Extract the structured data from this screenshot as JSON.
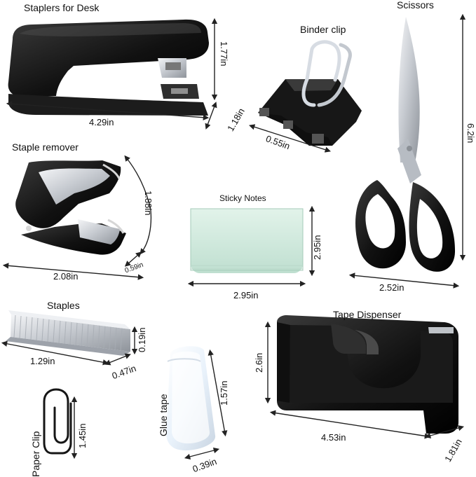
{
  "labels": {
    "staplers": "Staplers for Desk",
    "binder_clip": "Binder clip",
    "scissors": "Scissors",
    "staple_remover": "Staple remover",
    "sticky_notes": "Sticky Notes",
    "staples": "Staples",
    "tape_dispenser": "Tape Dispenser",
    "paper_clip": "Paper Clip",
    "glue_tape": "Glue tape"
  },
  "dimensions": {
    "stapler_width": "4.29in",
    "stapler_height": "1.77in",
    "stapler_depth": "1.18in",
    "binder_width": "0.55in",
    "scissors_height": "6.2in",
    "scissors_width": "2.52in",
    "remover_width": "2.08in",
    "remover_height": "1.88in",
    "remover_depth": "0.59in",
    "sticky_width": "2.95in",
    "sticky_height": "2.95in",
    "staples_width": "1.29in",
    "staples_height": "0.19in",
    "staples_depth": "0.47in",
    "glue_height": "1.57in",
    "glue_width": "0.39in",
    "paper_clip_height": "1.45in",
    "tape_height": "2.6in",
    "tape_width": "4.53in",
    "tape_depth": "1.81in"
  },
  "colors": {
    "black_product": "#111111",
    "dark_gray": "#2a2a2a",
    "silver": "#c9ccd1",
    "sticky_notes": "#cfe8dc",
    "outline": "#222222"
  }
}
